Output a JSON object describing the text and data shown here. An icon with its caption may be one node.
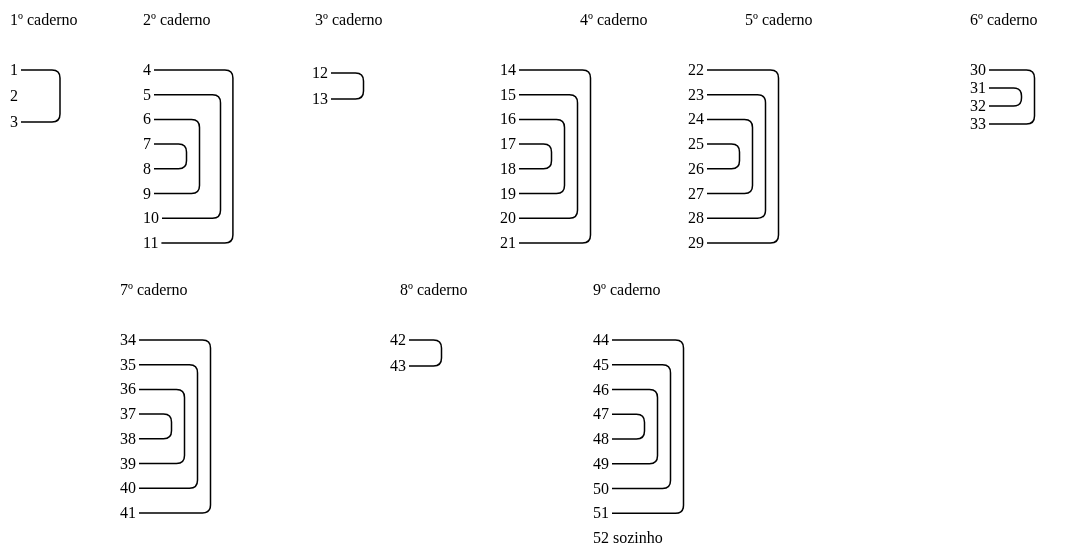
{
  "diagram": {
    "nodes": [
      {
        "text": [
          "1"
        ]
      },
      {
        "text": [
          "2"
        ]
      },
      {
        "text": [
          "3"
        ]
      },
      {
        "text": [
          "4"
        ]
      },
      {
        "text": [
          "5"
        ]
      },
      {
        "text": [
          "6"
        ]
      },
      {
        "text": [
          "7"
        ]
      },
      {
        "text": [
          "8"
        ]
      },
      {
        "text": [
          "9"
        ]
      },
      {
        "text": [
          "10"
        ]
      },
      {
        "text": [
          "11"
        ]
      },
      {
        "text": [
          "12"
        ]
      },
      {
        "text": [
          "13"
        ]
      },
      {
        "text": [
          "14"
        ]
      },
      {
        "text": [
          "15"
        ]
      },
      {
        "text": [
          "16"
        ]
      },
      {
        "text": [
          "17"
        ]
      },
      {
        "text": [
          "18"
        ]
      },
      {
        "text": [
          "19"
        ]
      },
      {
        "text": [
          "20"
        ]
      },
      {
        "text": [
          "21"
        ]
      },
      {
        "text": [
          "22"
        ]
      },
      {
        "text": [
          "23"
        ]
      },
      {
        "text": [
          "24"
        ]
      },
      {
        "text": [
          "25"
        ]
      },
      {
        "text": [
          "26"
        ]
      },
      {
        "text": [
          "27"
        ]
      },
      {
        "text": [
          "28"
        ]
      },
      {
        "text": [
          "29"
        ]
      },
      {
        "text": [
          "30"
        ]
      },
      {
        "text": [
          "31"
        ]
      },
      {
        "text": [
          "32"
        ]
      },
      {
        "text": [
          "33"
        ]
      },
      {
        "text": [
          "34"
        ]
      },
      {
        "text": [
          "35"
        ]
      },
      {
        "text": [
          "36"
        ]
      },
      {
        "text": [
          "37"
        ]
      },
      {
        "text": [
          "38"
        ]
      },
      {
        "text": [
          "39"
        ]
      },
      {
        "text": [
          "40"
        ]
      },
      {
        "text": [
          "41"
        ]
      },
      {
        "text": [
          "42"
        ]
      },
      {
        "text": [
          "43"
        ]
      },
      {
        "text": [
          "44"
        ]
      },
      {
        "text": [
          "45"
        ]
      },
      {
        "text": [
          "46"
        ]
      },
      {
        "text": [
          "47"
        ]
      },
      {
        "text": [
          "48"
        ]
      },
      {
        "text": [
          "49"
        ]
      },
      {
        "text": [
          "50"
        ]
      },
      {
        "text": [
          "51"
        ]
      },
      {
        "text": [
          "52 sozinho"
        ]
      }
    ],
    "edges": [
      {
        "from": 0,
        "to": 2,
        "arrow": "none"
      },
      {
        "from": 3,
        "to": 10,
        "arrow": "none"
      },
      {
        "from": 4,
        "to": 9,
        "arrow": "none"
      },
      {
        "from": 5,
        "to": 8,
        "arrow": "none"
      },
      {
        "from": 6,
        "to": 7,
        "arrow": "none"
      },
      {
        "from": 11,
        "to": 12,
        "arrow": "none"
      },
      {
        "from": 13,
        "to": 20,
        "arrow": "none"
      },
      {
        "from": 14,
        "to": 19,
        "arrow": "none"
      },
      {
        "from": 15,
        "to": 18,
        "arrow": "none"
      },
      {
        "from": 16,
        "to": 17,
        "arrow": "none"
      },
      {
        "from": 21,
        "to": 28,
        "arrow": "none"
      },
      {
        "from": 22,
        "to": 27,
        "arrow": "none"
      },
      {
        "from": 23,
        "to": 26,
        "arrow": "none"
      },
      {
        "from": 24,
        "to": 25,
        "arrow": "none"
      },
      {
        "from": 29,
        "to": 32,
        "arrow": "none"
      },
      {
        "from": 30,
        "to": 31,
        "arrow": "none"
      },
      {
        "from": 33,
        "to": 40,
        "arrow": "none"
      },
      {
        "from": 34,
        "to": 39,
        "arrow": "none"
      },
      {
        "from": 35,
        "to": 38,
        "arrow": "none"
      },
      {
        "from": 36,
        "to": 37,
        "arrow": "none"
      },
      {
        "from": 41,
        "to": 42,
        "arrow": "none"
      },
      {
        "from": 43,
        "to": 50,
        "arrow": "none"
      },
      {
        "from": 44,
        "to": 49,
        "arrow": "none"
      },
      {
        "from": 45,
        "to": 48,
        "arrow": "none"
      },
      {
        "from": 46,
        "to": 47,
        "arrow": "none"
      }
    ],
    "labels": [
      "1º caderno",
      "2º caderno",
      "3º caderno",
      "4º caderno",
      "5º caderno",
      "6º caderno",
      "7º caderno",
      "8º caderno",
      "9º caderno"
    ]
  }
}
